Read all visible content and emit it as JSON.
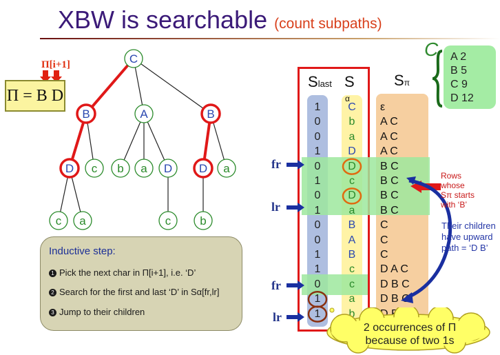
{
  "title": {
    "main": "XBW is searchable",
    "sub": "(count subpaths)"
  },
  "pattern": {
    "label": "Π[i+1]",
    "text": "Π = B D"
  },
  "tree": {
    "nodes": [
      {
        "id": "n1",
        "label": "C",
        "color": "#2b48b0",
        "highlight": false
      },
      {
        "id": "n2",
        "label": "B",
        "color": "#2b48b0",
        "highlight": true
      },
      {
        "id": "n3",
        "label": "A",
        "color": "#2b48b0",
        "highlight": false
      },
      {
        "id": "n4",
        "label": "B",
        "color": "#2b48b0",
        "highlight": true
      },
      {
        "id": "n5",
        "label": "D",
        "color": "#2b48b0",
        "highlight": true
      },
      {
        "id": "n6",
        "label": "c",
        "color": "#2a8a2a",
        "highlight": false
      },
      {
        "id": "n7",
        "label": "b",
        "color": "#2a8a2a",
        "highlight": false
      },
      {
        "id": "n8",
        "label": "a",
        "color": "#2a8a2a",
        "highlight": false
      },
      {
        "id": "n9",
        "label": "D",
        "color": "#2b48b0",
        "highlight": false
      },
      {
        "id": "n10",
        "label": "D",
        "color": "#2b48b0",
        "highlight": true
      },
      {
        "id": "n11",
        "label": "a",
        "color": "#2a8a2a",
        "highlight": false
      },
      {
        "id": "n12",
        "label": "c",
        "color": "#2a8a2a",
        "highlight": false
      },
      {
        "id": "n13",
        "label": "a",
        "color": "#2a8a2a",
        "highlight": false
      },
      {
        "id": "n14",
        "label": "c",
        "color": "#2a8a2a",
        "highlight": false
      },
      {
        "id": "n15",
        "label": "b",
        "color": "#2a8a2a",
        "highlight": false
      }
    ],
    "edges": [
      {
        "from": "n1",
        "to": "n2",
        "highlight": true
      },
      {
        "from": "n1",
        "to": "n3",
        "highlight": false
      },
      {
        "from": "n1",
        "to": "n4",
        "highlight": false
      },
      {
        "from": "n2",
        "to": "n5",
        "highlight": true
      },
      {
        "from": "n2",
        "to": "n6",
        "highlight": false
      },
      {
        "from": "n3",
        "to": "n7",
        "highlight": false
      },
      {
        "from": "n3",
        "to": "n8",
        "highlight": false
      },
      {
        "from": "n3",
        "to": "n9",
        "highlight": false
      },
      {
        "from": "n4",
        "to": "n10",
        "highlight": true
      },
      {
        "from": "n4",
        "to": "n11",
        "highlight": false
      },
      {
        "from": "n5",
        "to": "n12",
        "highlight": false
      },
      {
        "from": "n5",
        "to": "n13",
        "highlight": false
      },
      {
        "from": "n9",
        "to": "n14",
        "highlight": false
      },
      {
        "from": "n10",
        "to": "n15",
        "highlight": false
      }
    ]
  },
  "inductive": {
    "heading": "Inductive step:",
    "steps": [
      "Pick the next char in Π[i+1], i.e. ‘D’",
      "Search for the first and last ‘D’ in Sα[fr,lr]",
      "Jump to their children"
    ],
    "step_numbers": [
      "1",
      "2",
      "3"
    ]
  },
  "xbw": {
    "header_slast": "S",
    "header_slast_sub": "last",
    "header_s": "S",
    "header_s_sub": "α",
    "header_spi": "S",
    "header_spi_sub": "π",
    "s_last": [
      "1",
      "0",
      "0",
      "1",
      "0",
      "1",
      "0",
      "1",
      "0",
      "0",
      "1",
      "1",
      "0",
      "1",
      "1"
    ],
    "s_alpha": [
      "C",
      "b",
      "a",
      "D",
      "D",
      "c",
      "D",
      "a",
      "B",
      "A",
      "B",
      "c",
      "c",
      "a",
      "b"
    ],
    "s_alpha_colors": [
      "#2b48b0",
      "#2a8a2a",
      "#2a8a2a",
      "#2b48b0",
      "#2a8a2a",
      "#2a8a2a",
      "#2a8a2a",
      "#2a8a2a",
      "#2b48b0",
      "#2b48b0",
      "#2b48b0",
      "#2a8a2a",
      "#2a8a2a",
      "#2a8a2a",
      "#2a8a2a"
    ],
    "s_pi": [
      "ε",
      "A C",
      "A C",
      "A C",
      "B C",
      "B C",
      "B C",
      "B C",
      "C",
      "C",
      "C",
      "D A C",
      "D B C",
      "D B C",
      "D B C"
    ],
    "labels": {
      "fr_top": "fr",
      "lr_top": "lr",
      "fr_bottom": "fr",
      "lr_bottom": "lr"
    }
  },
  "c_array": {
    "symbol": "C",
    "rows": [
      "A 2",
      "B 5",
      "C 9",
      "D 12"
    ]
  },
  "notes": {
    "rows_whose": [
      "Rows",
      "whose",
      "Sπ starts",
      "with ‘B’"
    ],
    "children": [
      "Their children",
      "have upward",
      "path = ‘D B’"
    ]
  },
  "cloud": {
    "line1": "2 occurrences of Π",
    "line2": "because of two 1s"
  },
  "colors": {
    "title": "#3b1a78",
    "subtitle": "#d8401c",
    "red_border": "#e01818",
    "highlight_green": "#9ee89e",
    "slast_col": "#aebee0",
    "salpha_col": "#fff3a6",
    "spi_col": "#f6cfa0",
    "cloud": "#ffff66",
    "arrow_blue": "#1a2fa0"
  }
}
